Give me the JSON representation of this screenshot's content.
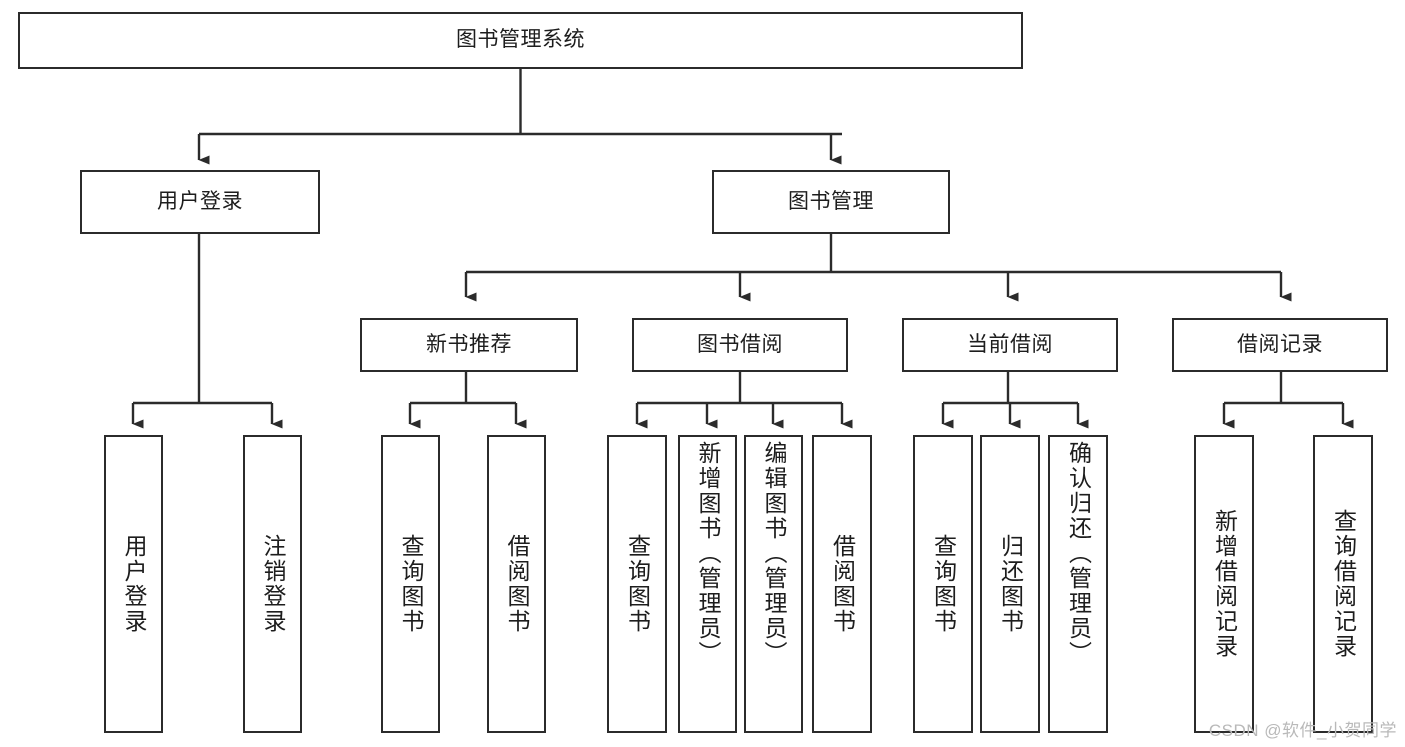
{
  "diagram": {
    "type": "tree-flowchart",
    "title": "图书管理系统",
    "watermark": "CSDN @软件_小贺同学",
    "colors": {
      "stroke": "#2b2b2b",
      "fill": "#ffffff",
      "text": "#1d1d1d",
      "watermark": "#b9b9b9"
    },
    "nodes": {
      "root": {
        "label": "图书管理系统"
      },
      "level2": [
        {
          "id": "user-login",
          "label": "用户登录"
        },
        {
          "id": "book-manage",
          "label": "图书管理"
        }
      ],
      "level3": [
        {
          "id": "new-book-rec",
          "label": "新书推荐"
        },
        {
          "id": "book-borrow",
          "label": "图书借阅"
        },
        {
          "id": "current-borrow",
          "label": "当前借阅"
        },
        {
          "id": "borrow-record",
          "label": "借阅记录"
        }
      ],
      "leaves": [
        {
          "id": "leaf-user-login",
          "label": "用户登录",
          "parent": "user-login"
        },
        {
          "id": "leaf-logout",
          "label": "注销登录",
          "parent": "user-login"
        },
        {
          "id": "leaf-query-book-1",
          "label": "查询图书",
          "parent": "new-book-rec"
        },
        {
          "id": "leaf-borrow-book-1",
          "label": "借阅图书",
          "parent": "new-book-rec"
        },
        {
          "id": "leaf-query-book-2",
          "label": "查询图书",
          "parent": "book-borrow"
        },
        {
          "id": "leaf-add-book",
          "label": "新增图书（管理员）",
          "parent": "book-borrow"
        },
        {
          "id": "leaf-edit-book",
          "label": "编辑图书（管理员）",
          "parent": "book-borrow"
        },
        {
          "id": "leaf-borrow-book-2",
          "label": "借阅图书",
          "parent": "book-borrow"
        },
        {
          "id": "leaf-query-book-3",
          "label": "查询图书",
          "parent": "current-borrow"
        },
        {
          "id": "leaf-return-book",
          "label": "归还图书",
          "parent": "current-borrow"
        },
        {
          "id": "leaf-confirm-return",
          "label": "确认归还（管理员）",
          "parent": "current-borrow"
        },
        {
          "id": "leaf-add-record",
          "label": "新增借阅记录",
          "parent": "borrow-record"
        },
        {
          "id": "leaf-query-record",
          "label": "查询借阅记录",
          "parent": "borrow-record"
        }
      ]
    }
  }
}
